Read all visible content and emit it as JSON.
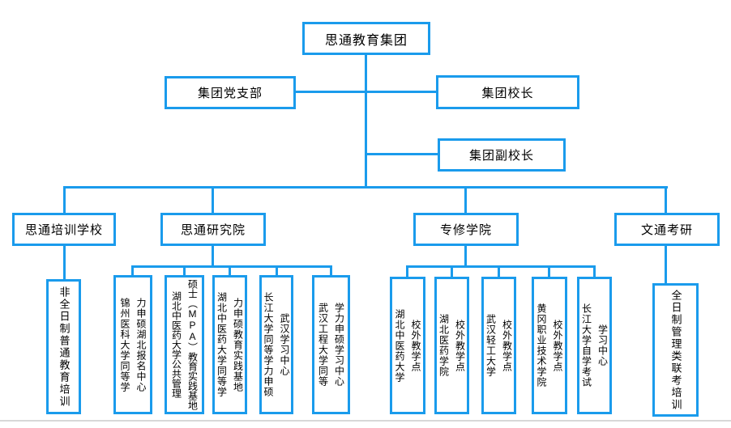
{
  "accent_color": "#1a9bec",
  "org": {
    "root": "思通教育集团",
    "level2": [
      {
        "label": "集团党支部"
      },
      {
        "label": "集团校长"
      },
      {
        "label": "集团副校长"
      }
    ],
    "branches": [
      {
        "label": "思通培训学校",
        "children": [
          "非全日制普通教育培训"
        ]
      },
      {
        "label": "思通研究院",
        "children": [
          "锦州医科大学同等学\n力申硕湖北报名中心",
          "湖北中医药大学公共管理\n硕士（MPA）教育实践基地",
          "湖北中医药大学同等学\n力申硕教育实践基地",
          "长江大学同等学力申硕\n武汉学习中心",
          "武汉工程大学同等\n学力申硕学习中心"
        ]
      },
      {
        "label": "专修学院",
        "children": [
          "湖北中医药大学\n校外教学点",
          "湖北医药学院\n校外教学点",
          "武汉轻工大学\n校外教学点",
          "黄冈职业技术学院\n校外教学点",
          "长江大学自学考试\n学习中心"
        ]
      },
      {
        "label": "文通考研",
        "children": [
          "全日制管理类联考培训"
        ]
      }
    ]
  }
}
